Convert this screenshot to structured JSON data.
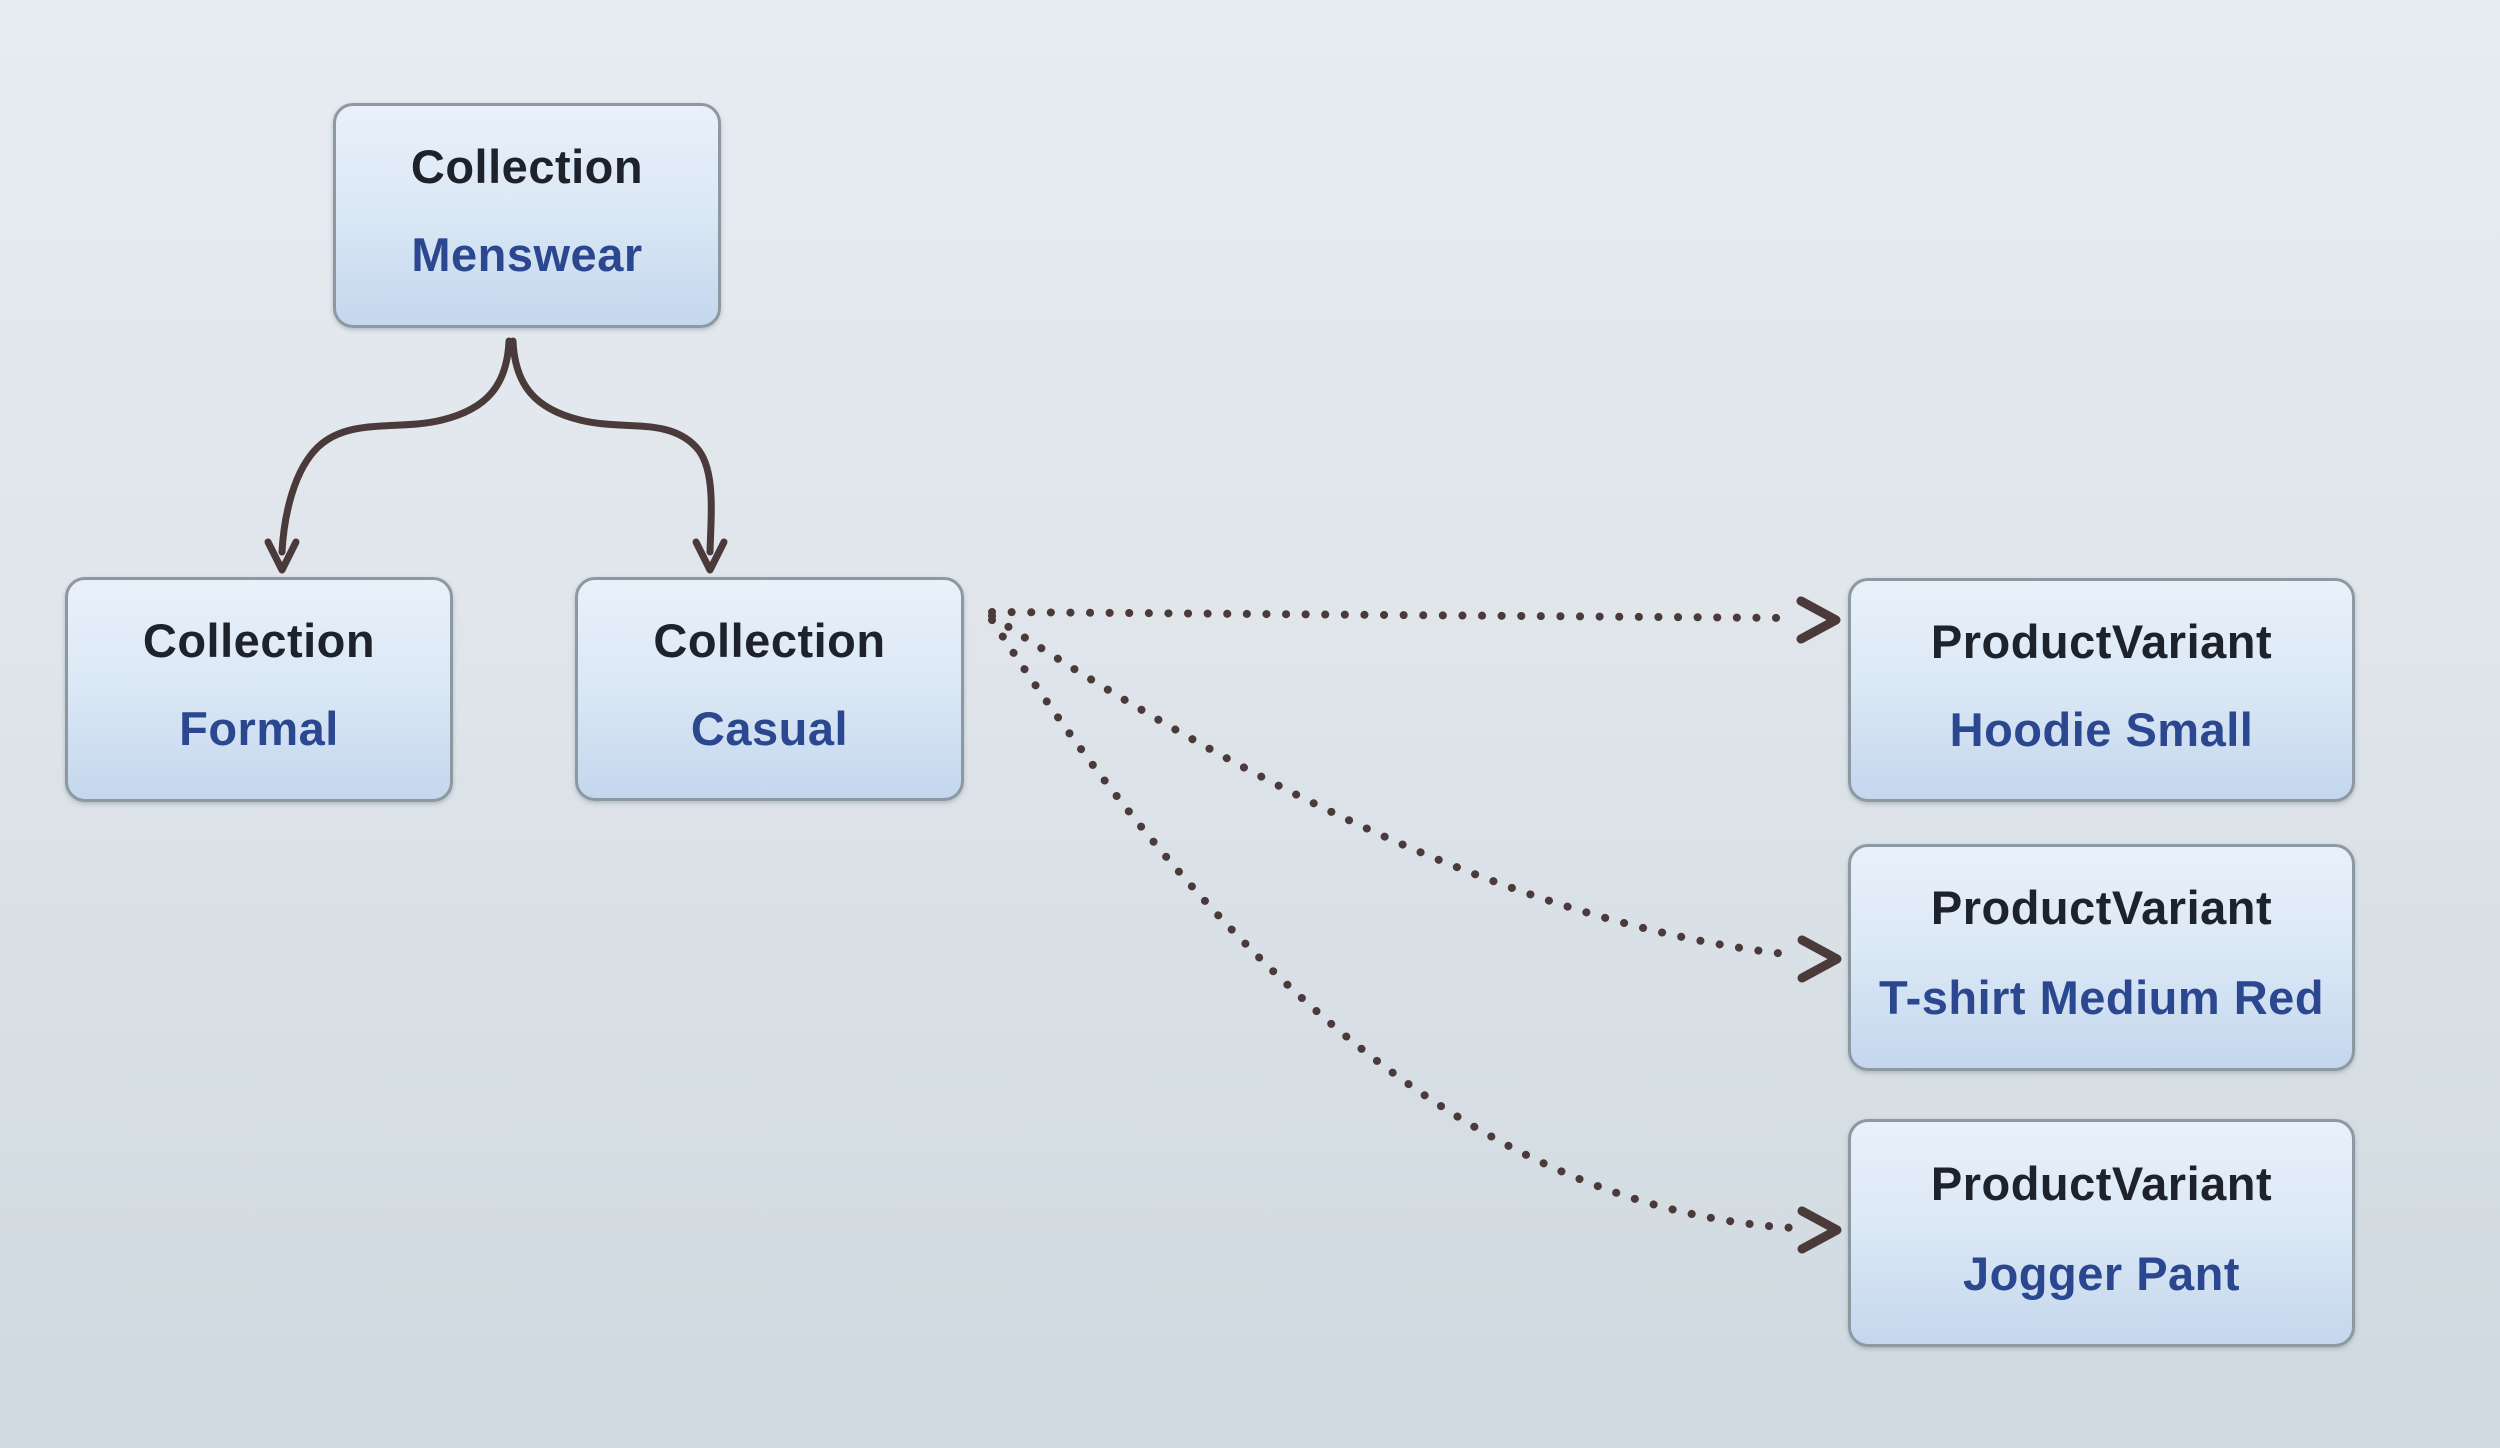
{
  "diagram": {
    "kind": "entity-relationship-tree",
    "colors": {
      "background_top": "#e7ecf2",
      "background_bottom": "#cfd9df",
      "node_fill_top": "#e9f0fa",
      "node_fill_bottom": "#c4d7ed",
      "node_border": "#8d99a2",
      "node_type_text": "#1d222b",
      "node_value_text": "#2a478f",
      "arrow": "#4a3a3a"
    }
  },
  "nodes": {
    "menswear": {
      "type": "Collection",
      "value": "Menswear"
    },
    "formal": {
      "type": "Collection",
      "value": "Formal"
    },
    "casual": {
      "type": "Collection",
      "value": "Casual"
    },
    "hoodie": {
      "type": "ProductVariant",
      "value": "Hoodie Small"
    },
    "tshirt": {
      "type": "ProductVariant",
      "value": "T-shirt Medium Red"
    },
    "jogger": {
      "type": "ProductVariant",
      "value": "Jogger Pant"
    }
  },
  "edges": [
    {
      "from": "Collection Menswear",
      "to": "Collection Formal",
      "style": "solid-curved-arrow"
    },
    {
      "from": "Collection Menswear",
      "to": "Collection Casual",
      "style": "solid-curved-arrow"
    },
    {
      "from": "Collection Casual",
      "to": "ProductVariant Hoodie Small",
      "style": "dotted-arrow"
    },
    {
      "from": "Collection Casual",
      "to": "ProductVariant T-shirt Medium Red",
      "style": "dotted-arrow"
    },
    {
      "from": "Collection Casual",
      "to": "ProductVariant Jogger Pant",
      "style": "dotted-arrow"
    }
  ]
}
